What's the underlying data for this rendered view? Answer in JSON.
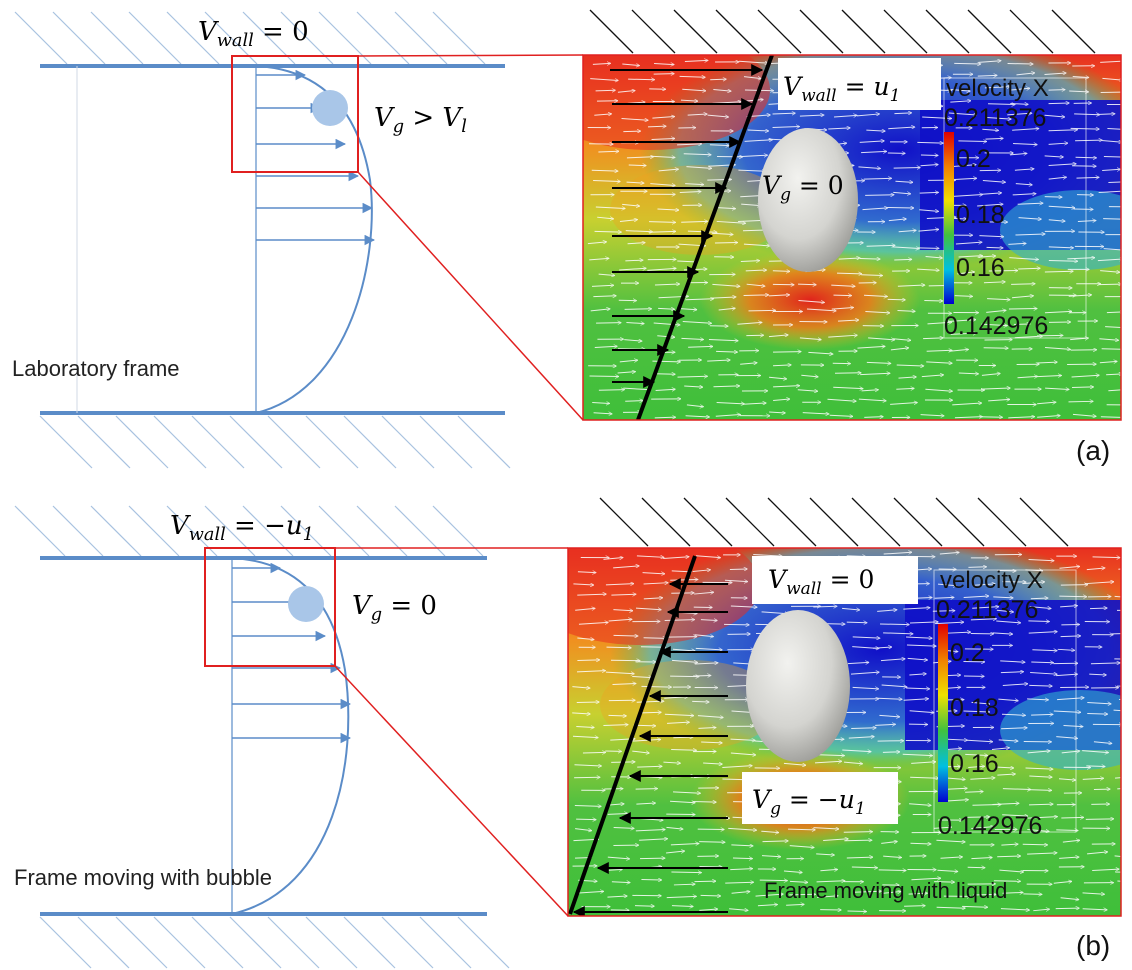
{
  "panel_a": {
    "tag": "(a)",
    "frame_label": "Laboratory frame",
    "wall_label": {
      "sym": "V",
      "sub": "wall",
      "rest": " = 0"
    },
    "bubble_label": {
      "sym": "V",
      "sub": "g",
      "rest": " > ",
      "sym2": "V",
      "sub2": "l"
    },
    "inset": {
      "wall_label": {
        "sym": "V",
        "sub": "wall",
        "rest": " = ",
        "sym2": "u",
        "sub2": "1"
      },
      "bubble_label": {
        "sym": "V",
        "sub": "g",
        "rest": " = 0"
      },
      "legend": {
        "title": "velocity X",
        "max": "0.211376",
        "min": "0.142976",
        "ticks": [
          "0.2",
          "0.18",
          "0.16"
        ]
      }
    }
  },
  "panel_b": {
    "tag": "(b)",
    "frame_label": "Frame moving with bubble",
    "wall_label": {
      "sym": "V",
      "sub": "wall",
      "rest": " = −",
      "sym2": "u",
      "sub2": "1"
    },
    "bubble_label": {
      "sym": "V",
      "sub": "g",
      "rest": " = 0"
    },
    "inset": {
      "wall_label": {
        "sym": "V",
        "sub": "wall",
        "rest": " = 0"
      },
      "bubble_label": {
        "sym": "V",
        "sub": "g",
        "rest": " = −",
        "sym2": "u",
        "sub2": "1"
      },
      "frame_label": "Frame moving with liquid",
      "legend": {
        "title": "velocity X",
        "max": "0.211376",
        "min": "0.142976",
        "ticks": [
          "0.2",
          "0.18",
          "0.16"
        ]
      }
    }
  },
  "colors": {
    "channel_blue": "#5b8cc8",
    "bubble_blue": "#a9c6e8",
    "highlight_red": "#e02020",
    "field_red": "#e0231c",
    "field_green": "#3fbf3a",
    "field_blue": "#1010c8",
    "bubble_grey": "#d8d8d4"
  }
}
